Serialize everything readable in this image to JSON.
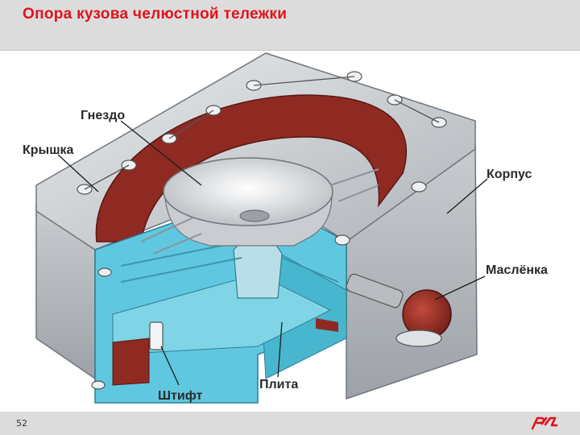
{
  "header": {
    "title": "Опора кузова челюстной тележки"
  },
  "diagram": {
    "labels": {
      "nest": "Гнездо",
      "cover": "Крышка",
      "body": "Корпус",
      "oiler": "Маслёнка",
      "plate": "Плита",
      "pin": "Штифт"
    }
  },
  "footer": {
    "page_number": "52"
  },
  "colors": {
    "title": "#e2111a",
    "cutaway": "#5fc8e0",
    "oil_chamber": "#8e2a22",
    "housing": "#b9bdc1"
  }
}
